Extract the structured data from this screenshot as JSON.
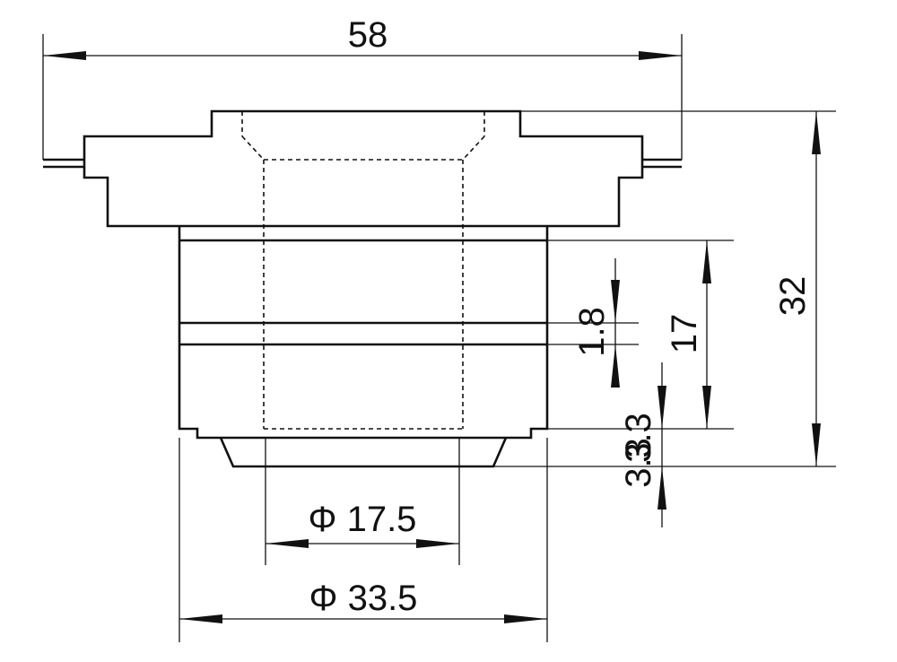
{
  "drawing": {
    "dims": {
      "width_total": "58",
      "height_total": "32",
      "body_height": "17",
      "groove_width": "1.8",
      "lip_upper": "3.3",
      "lip_lower": "3.3",
      "inner_diameter": "Φ 17.5",
      "outer_diameter": "Φ 33.5"
    }
  }
}
